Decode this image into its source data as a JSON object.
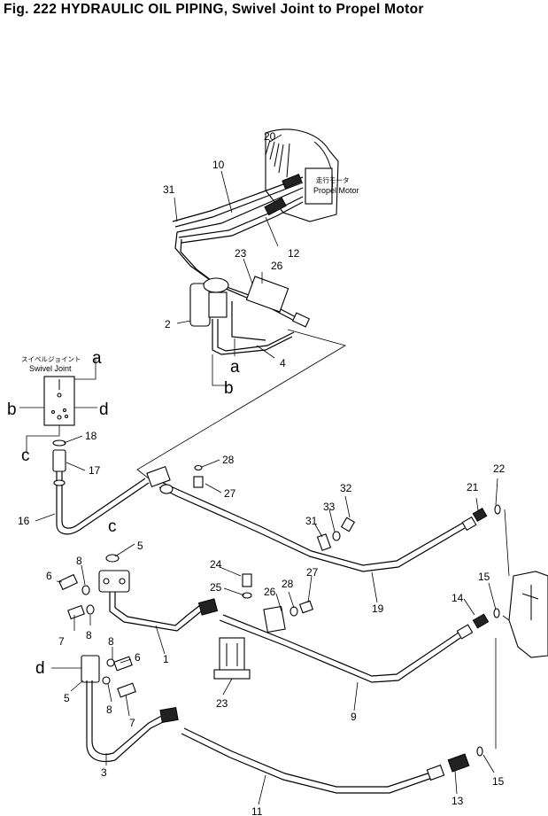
{
  "figure": {
    "title": "Fig. 222   HYDRAULIC OIL PIPING, Swivel Joint to Propel Motor"
  },
  "labels": {
    "propel_motor_jp": "走行モータ",
    "propel_motor_en": "Propel Motor",
    "swivel_joint_jp": "スイベルジョイント",
    "swivel_joint_en": "Swivel Joint"
  },
  "ports": {
    "a": "a",
    "b": "b",
    "c": "c",
    "d": "d"
  },
  "part_numbers": {
    "p20": "20",
    "p10": "10",
    "p31_upper": "31",
    "p12": "12",
    "p23_upper": "23",
    "p26_upper": "26",
    "p2": "2",
    "p4": "4",
    "p18": "18",
    "p17": "17",
    "p16": "16",
    "p28_a": "28",
    "p27_a": "27",
    "p32": "32",
    "p33": "33",
    "p31_lower": "31",
    "p21": "21",
    "p22": "22",
    "p5_a": "5",
    "p6_a": "6",
    "p8_a": "8",
    "p7_a": "7",
    "p8_b": "8",
    "p24": "24",
    "p25": "25",
    "p26_lower": "26",
    "p28_b": "28",
    "p27_b": "27",
    "p19": "19",
    "p14": "14",
    "p15_a": "15",
    "p1": "1",
    "p23_lower": "23",
    "p9": "9",
    "p5_b": "5",
    "p8_c": "8",
    "p6_b": "6",
    "p8_d": "8",
    "p7_b": "7",
    "p3": "3",
    "p11": "11",
    "p13": "13",
    "p15_b": "15"
  }
}
